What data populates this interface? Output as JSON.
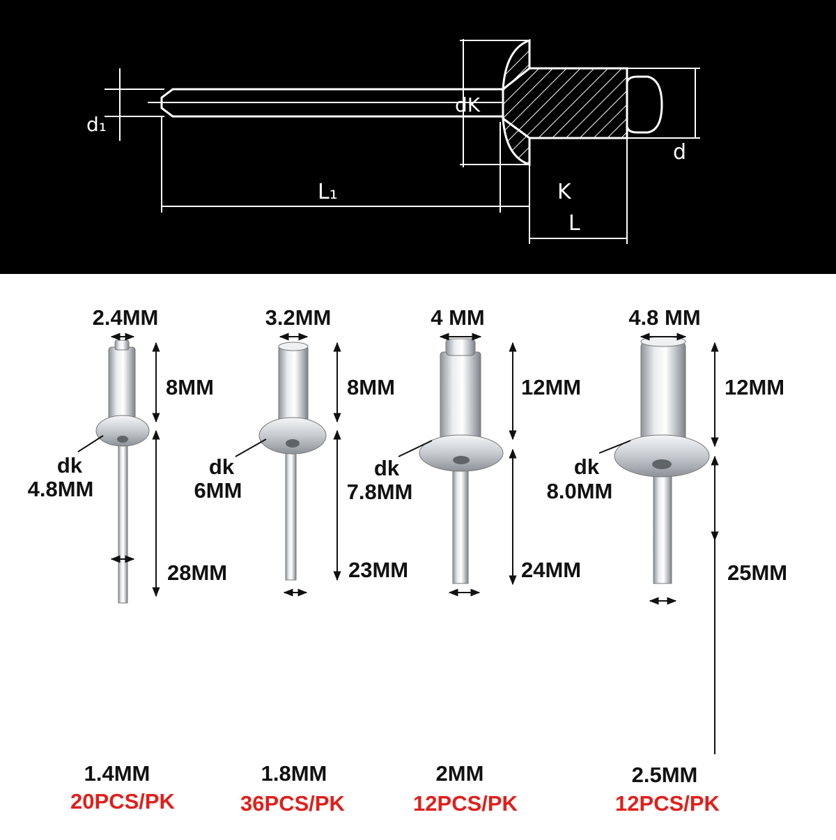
{
  "schematic": {
    "labels": {
      "d1": "d₁",
      "dk": "dK",
      "d": "d",
      "l1": "L₁",
      "k": "K",
      "l": "L"
    }
  },
  "rivets": [
    {
      "head_diameter": "2.4MM",
      "body_length": "8MM",
      "dk_label": "dk",
      "dk_value": "4.8MM",
      "mandrel_length": "28MM",
      "mandrel_diameter": "1.4MM",
      "pack": "20PCS/PK"
    },
    {
      "head_diameter": "3.2MM",
      "body_length": "8MM",
      "dk_label": "dk",
      "dk_value": "6MM",
      "mandrel_length": "23MM",
      "mandrel_diameter": "1.8MM",
      "pack": "36PCS/PK"
    },
    {
      "head_diameter": "4 MM",
      "body_length": "12MM",
      "dk_label": "dk",
      "dk_value": "7.8MM",
      "mandrel_length": "24MM",
      "mandrel_diameter": "2MM",
      "pack": "12PCS/PK"
    },
    {
      "head_diameter": "4.8 MM",
      "body_length": "12MM",
      "dk_label": "dk",
      "dk_value": "8.0MM",
      "mandrel_length": "25MM",
      "mandrel_diameter": "2.5MM",
      "pack": "12PCS/PK"
    }
  ],
  "colors": {
    "schematic_background": "#000000",
    "line": "#ffffff",
    "pack_text": "#e0201b",
    "metal": "#c9ccd0"
  }
}
